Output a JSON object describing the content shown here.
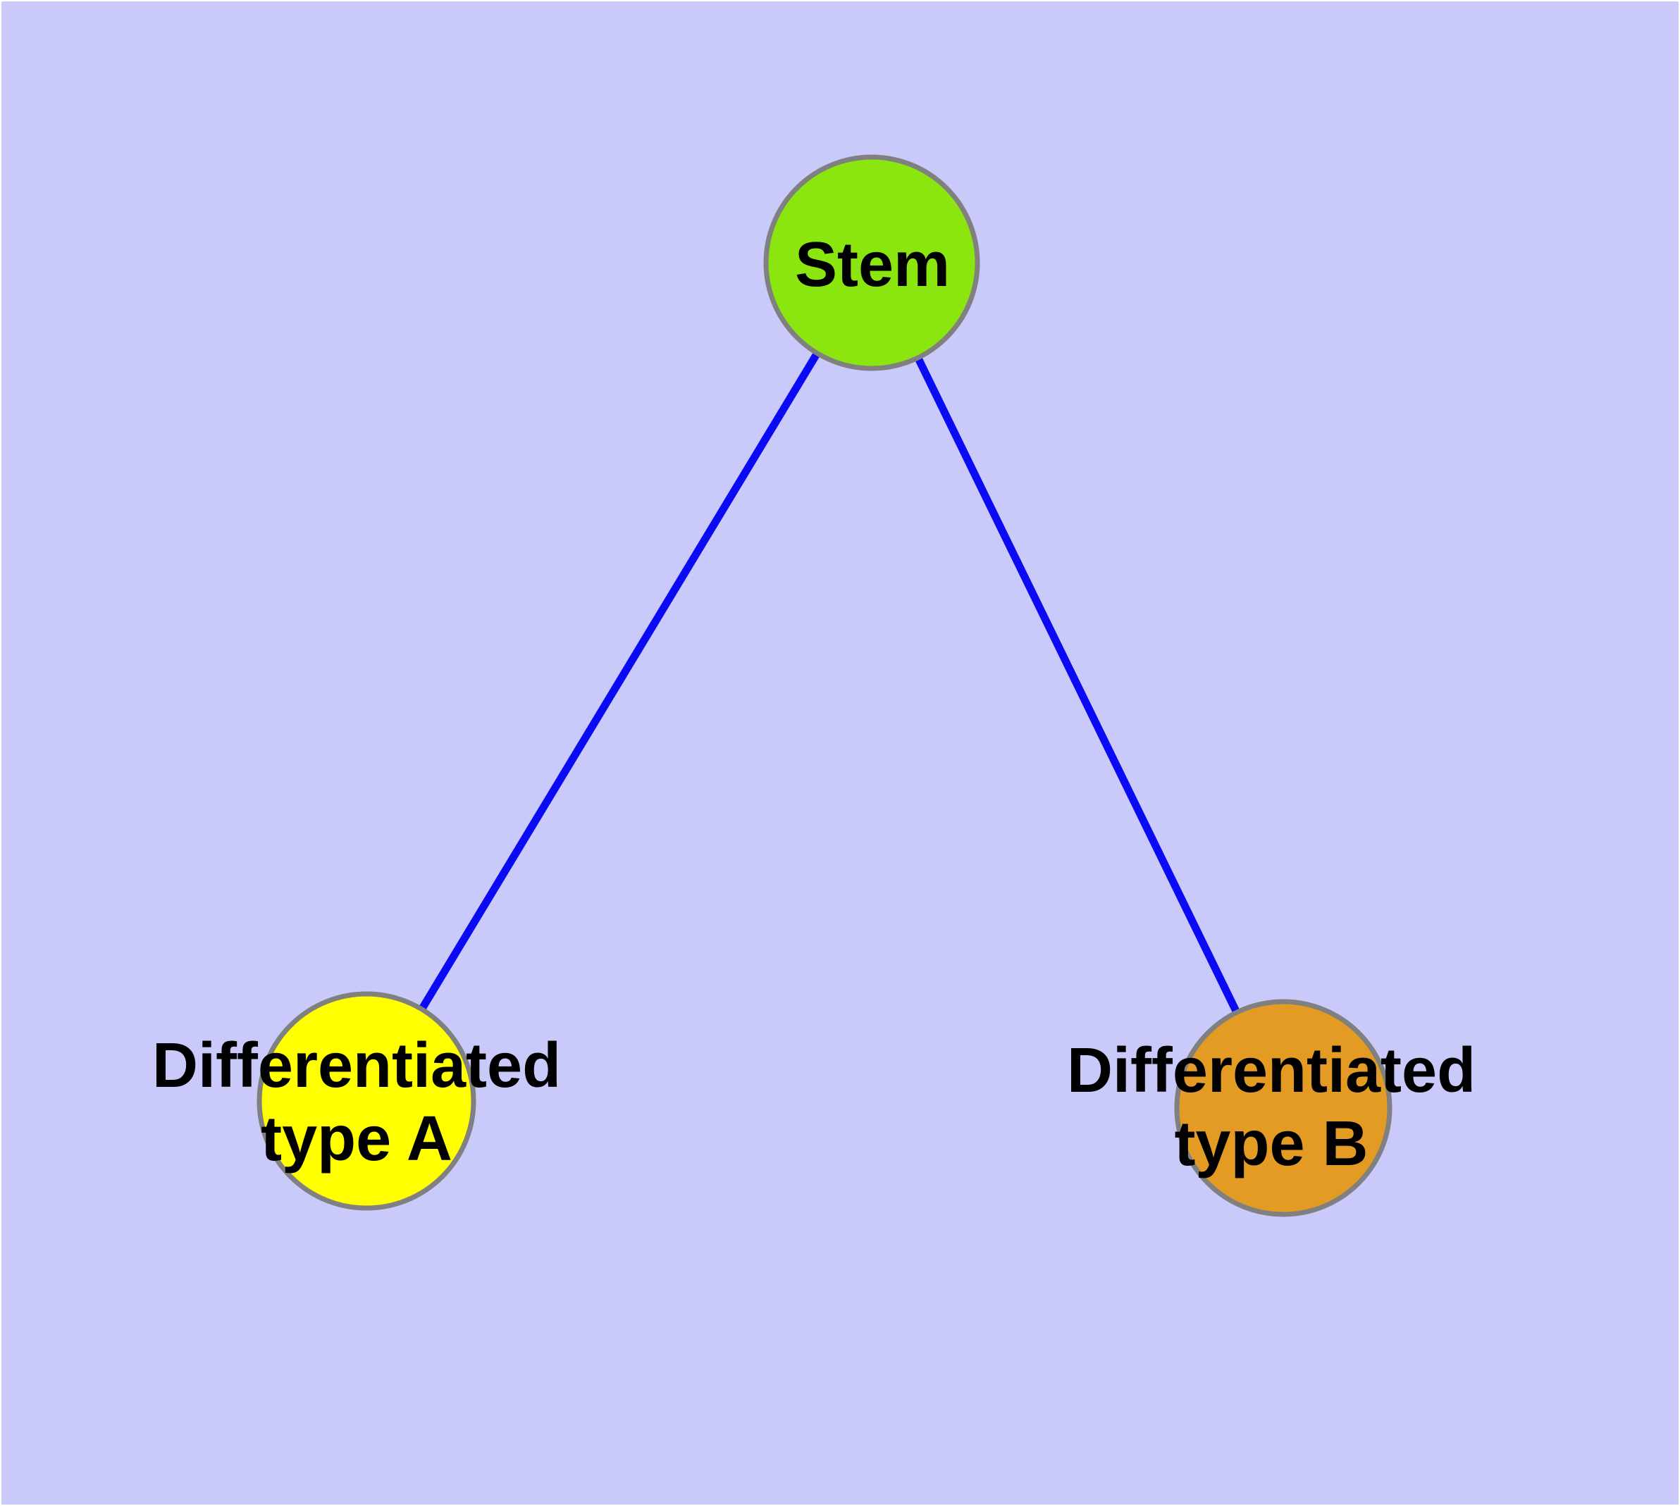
{
  "graph": {
    "background_color": "#CACAFA",
    "edge_color": "#0A0AF5",
    "node_border_color": "#808080",
    "nodes": [
      {
        "id": "stem",
        "label": "Stem",
        "fill": "#8BE50F"
      },
      {
        "id": "differentiated-type-a",
        "label_line1": "Differentiated",
        "label_line2": "type A",
        "fill": "#FFFF00"
      },
      {
        "id": "differentiated-type-b",
        "label_line1": "Differentiated",
        "label_line2": "type B",
        "fill": "#E49B23"
      }
    ],
    "edges": [
      {
        "from": "Stem",
        "to": "Differentiated type A"
      },
      {
        "from": "Stem",
        "to": "Differentiated type B"
      }
    ]
  }
}
